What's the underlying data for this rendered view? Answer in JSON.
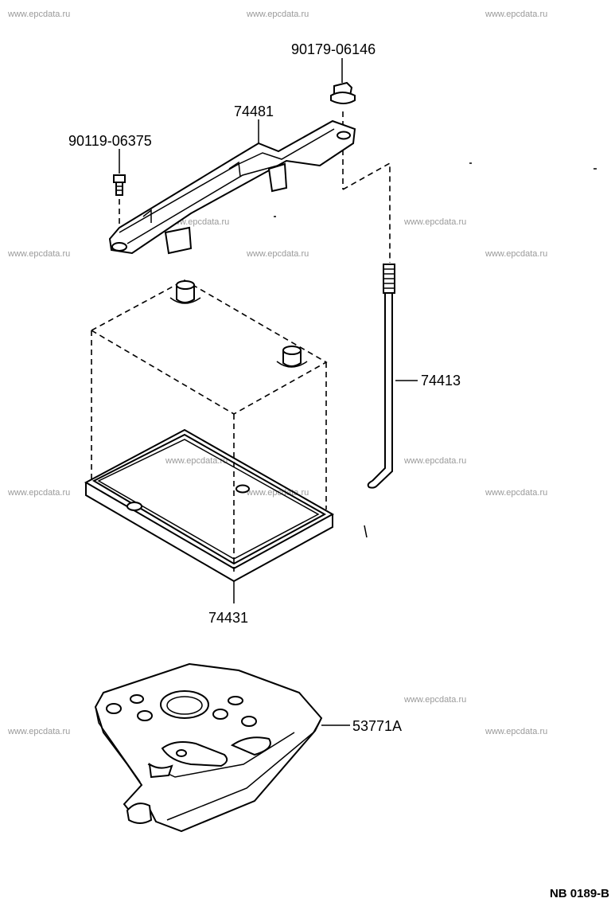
{
  "watermark": "www.epcdata.ru",
  "diagram_code": "NB 0189-B",
  "parts": {
    "bolt": "90119-06375",
    "nut": "90179-06146",
    "clamp": "74481",
    "rod": "74413",
    "tray": "74431",
    "insulator": "53771A"
  }
}
